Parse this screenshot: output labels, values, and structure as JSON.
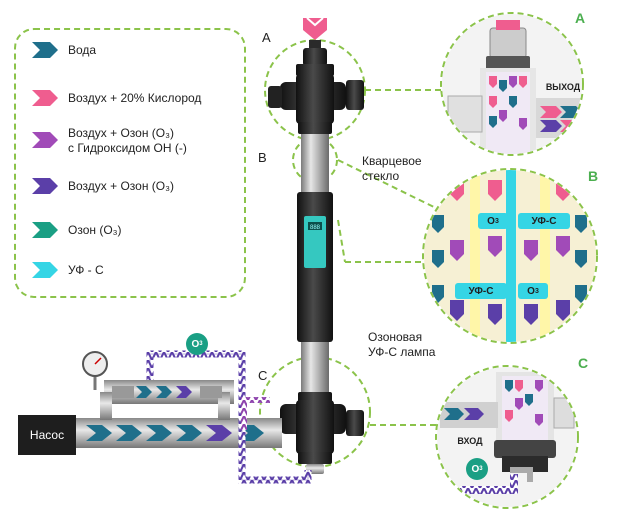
{
  "legend": [
    {
      "label": "Вода",
      "color": "#1f6f8b"
    },
    {
      "label": "Воздух + 20% Кислород",
      "color": "#ef5d8f"
    },
    {
      "label": "Воздух + Озон (O₃)",
      "label2": "с Гидроксидом OH (-)",
      "color": "#a14bb8"
    },
    {
      "label": "Воздух + Озон (O₃)",
      "color": "#5b3fa8"
    },
    {
      "label": "Озон (O₃)",
      "color": "#1a9f84"
    },
    {
      "label": "УФ - С",
      "color": "#35d5e5"
    }
  ],
  "labels": {
    "a": "A",
    "b": "B",
    "c": "C",
    "a_green": "A",
    "b_green": "B",
    "c_green": "C",
    "nasos": "Насос",
    "vyhod": "ВЫХОД",
    "vhod": "ВХОД",
    "quartz_line1": "Кварцевое",
    "quartz_line2": "стекло",
    "lamp_line1": "Озоновая",
    "lamp_line2": "УФ-С лампа",
    "o3": "O",
    "o3_sub": "3",
    "uvc": "УФ-С"
  },
  "colors": {
    "water": "#1f6f8b",
    "air": "#ef5d8f",
    "ozone_oh": "#a14bb8",
    "air_ozone": "#5b3fa8",
    "ozone": "#1a9f84",
    "uvc": "#35d5e5",
    "dash_green": "#8bc34a",
    "label_green": "#4caf50"
  },
  "icons": [
    "chevron-arrow-icon",
    "pressure-gauge-icon",
    "display-panel-icon"
  ]
}
